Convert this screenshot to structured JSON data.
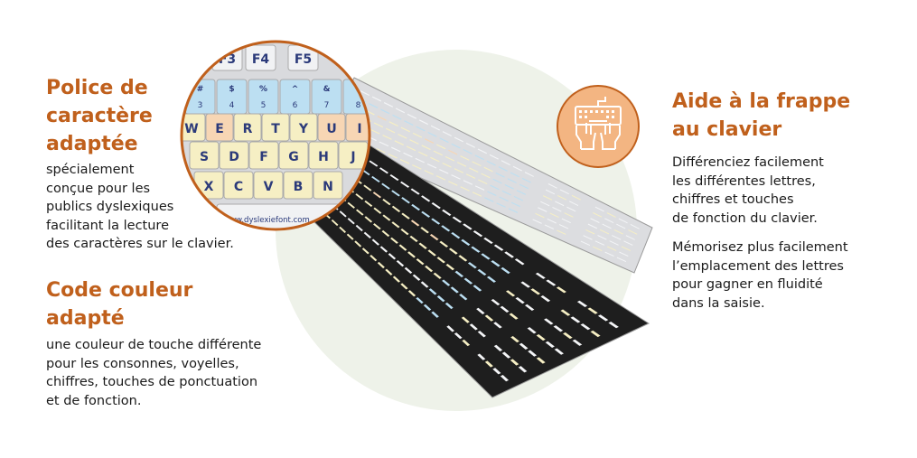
{
  "left": {
    "section1": {
      "title": "Police de\ncaractère\nadaptée",
      "text": "spécialement\nconçue pour les\npublics dyslexiques\nfacilitant la lecture\ndes caractères sur le clavier."
    },
    "section2": {
      "title": "Code couleur\nadapté",
      "text": "une couleur de touche différente\npour les consonnes, voyelles,\nchiffres, touches de ponctuation\net de fonction."
    }
  },
  "right": {
    "title": "Aide à la frappe\nau clavier",
    "paragraph1": "Différenciez facilement\nles différentes lettres,\nchiffres et touches\nde fonction du clavier.",
    "paragraph2": "Mémorisez plus facilement\nl’emplacement des lettres\npour gagner en fluidité\ndans la saisie."
  },
  "magnifier": {
    "function_keys": [
      "F3",
      "F4",
      "F5"
    ],
    "number_keys": [
      {
        "top": "#",
        "bottom": "3"
      },
      {
        "top": "$",
        "bottom": "4"
      },
      {
        "top": "%",
        "bottom": "5"
      },
      {
        "top": "^",
        "bottom": "6"
      },
      {
        "top": "&",
        "bottom": "7"
      },
      {
        "top": "*",
        "bottom": "8"
      }
    ],
    "row_qwerty": [
      "W",
      "E",
      "R",
      "T",
      "Y",
      "U",
      "I"
    ],
    "row_asdf": [
      "S",
      "D",
      "F",
      "G",
      "H",
      "J"
    ],
    "row_zxcv": [
      "X",
      "C",
      "V",
      "B",
      "N"
    ],
    "spacebar_text": "www.dyslexiefont.com"
  },
  "icon": "keyboard-typing-hands-icon",
  "colors": {
    "accent": "#c0601c",
    "icon_fill": "#f3b582",
    "backdrop": "#eef2e9",
    "key_blue": "#bcdff2",
    "key_yellow": "#f6efc4",
    "key_orange": "#f7d6b4",
    "key_white": "#f4f5f7"
  }
}
